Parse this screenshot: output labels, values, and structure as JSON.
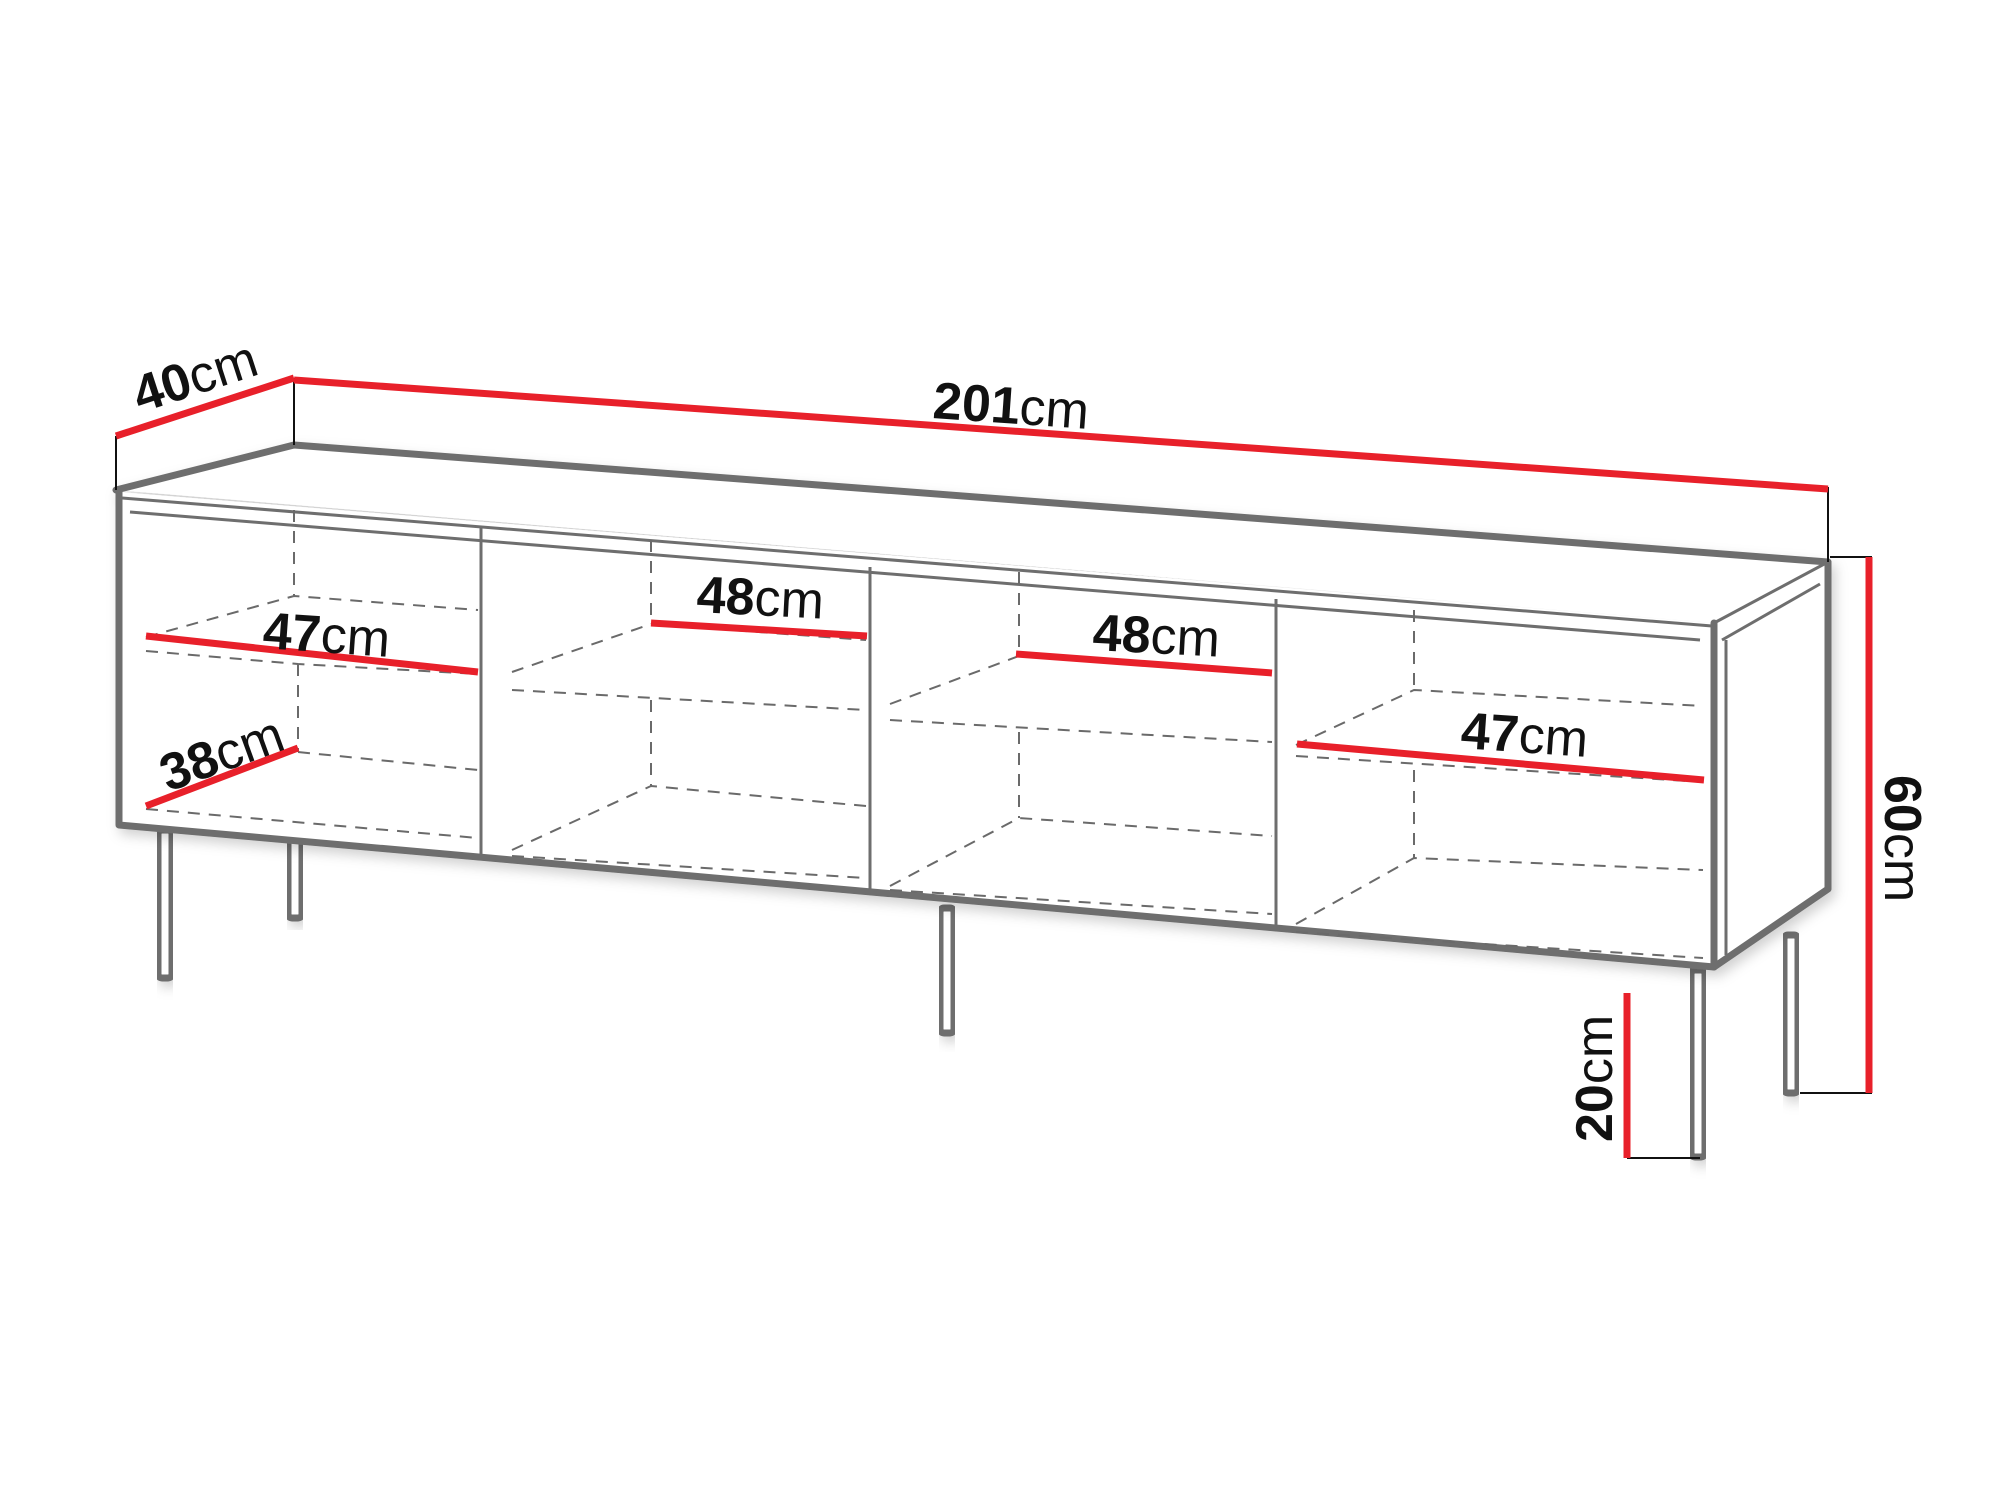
{
  "diagram": {
    "subject": "TV cabinet with four open compartments on metal legs",
    "colors": {
      "dimension_line": "#e8202a",
      "outline": "#6e6e6e",
      "hidden_line": "#6a6a6a",
      "text": "#111111",
      "background": "#ffffff"
    },
    "dimensions": {
      "depth": {
        "number": "40",
        "unit": "cm"
      },
      "width": {
        "number": "201",
        "unit": "cm"
      },
      "height": {
        "number": "60",
        "unit": "cm"
      },
      "leg_height": {
        "number": "20",
        "unit": "cm"
      },
      "shelf_1_width": {
        "number": "47",
        "unit": "cm"
      },
      "shelf_1_depth": {
        "number": "38",
        "unit": "cm"
      },
      "shelf_2_width": {
        "number": "48",
        "unit": "cm"
      },
      "shelf_3_width": {
        "number": "48",
        "unit": "cm"
      },
      "shelf_4_width": {
        "number": "47",
        "unit": "cm"
      }
    },
    "compartments": 4,
    "legs": 5
  }
}
